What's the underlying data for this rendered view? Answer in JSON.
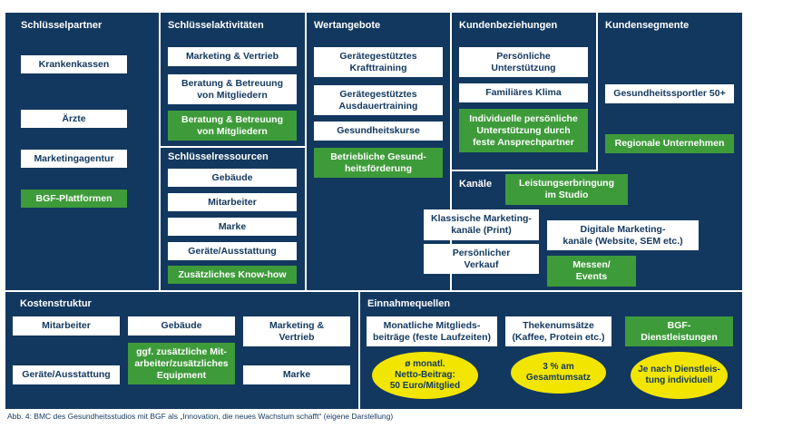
{
  "colors": {
    "background": "#12385f",
    "white_box": "#ffffff",
    "green_box": "#3e9b3a",
    "ellipse": "#f2e600"
  },
  "sections": {
    "key_partners": {
      "title": "Schlüsselpartner",
      "items": [
        "Krankenkassen",
        "Ärzte",
        "Marketingagentur",
        "BGF-Plattformen"
      ]
    },
    "key_activities": {
      "title": "Schlüsselaktivitäten",
      "items": [
        "Marketing & Vertrieb",
        "Beratung & Betreuung\nvon Mitgliedern",
        "Beratung & Betreuung\nvon Mitgliedern"
      ]
    },
    "key_resources": {
      "title": "Schlüsselressourcen",
      "items": [
        "Gebäude",
        "Mitarbeiter",
        "Marke",
        "Geräte/Ausstattung",
        "Zusätzliches Know-how"
      ]
    },
    "value_propositions": {
      "title": "Wertangebote",
      "items": [
        "Gerätegestütztes\nKrafttraining",
        "Gerätegestütztes\nAusdauertraining",
        "Gesundheitskurse",
        "Betriebliche Gesund-\nheitsförderung"
      ]
    },
    "customer_relationships": {
      "title": "Kundenbeziehungen",
      "items": [
        "Persönliche\nUnterstützung",
        "Familiäres Klima",
        "Individuelle persönliche\nUnterstützung durch\nfeste Ansprechpartner"
      ]
    },
    "channels": {
      "title": "Kanäle",
      "items": [
        "Leistungserbringung\nim Studio",
        "Klassische Marketing-\nkanäle (Print)",
        "Digitale Marketing-\nkanäle (Website, SEM etc.)",
        "Persönlicher\nVerkauf",
        "Messen/\nEvents"
      ]
    },
    "customer_segments": {
      "title": "Kundensegmente",
      "items": [
        "Gesundheitssportler 50+",
        "Regionale Unternehmen"
      ]
    },
    "cost_structure": {
      "title": "Kostenstruktur",
      "items": [
        "Mitarbeiter",
        "Gebäude",
        "Marketing &\nVertrieb",
        "ggf. zusätzliche Mit-\narbeiter/zusätzliches\nEquipment",
        "Geräte/Ausstattung",
        "Marke"
      ]
    },
    "revenue_streams": {
      "title": "Einnahmequellen",
      "items": [
        "Monatliche Mitglieds-\nbeiträge (feste Laufzeiten)",
        "Thekenumsätze\n(Kaffee, Protein etc.)",
        "BGF-\nDienstleistungen"
      ],
      "ellipses": [
        "ø monatl.\nNetto-Beitrag:\n50 Euro/Mitglied",
        "3 % am\nGesamtumsatz",
        "Je nach Dienstleis-\ntung individuell"
      ]
    }
  },
  "caption": "Abb. 4: BMC des Gesundheitsstudios mit BGF als „Innovation, die neues Wachstum schafft“ (eigene Darstellung)"
}
